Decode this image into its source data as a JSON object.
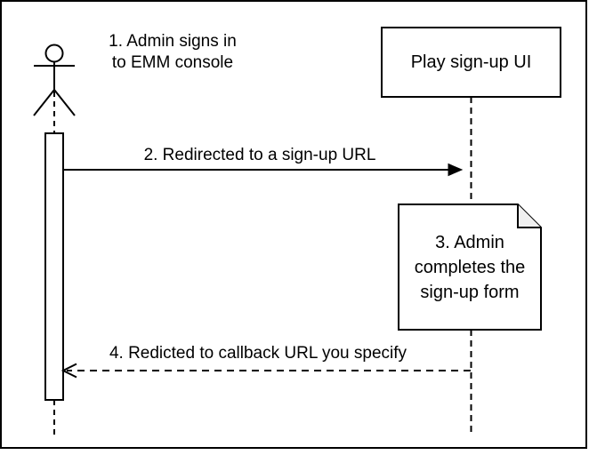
{
  "diagram": {
    "type": "uml-sequence-diagram",
    "colors": {
      "background": "#ffffff",
      "stroke": "#000000",
      "note_fold": "#f0f0f0"
    },
    "actor": {
      "id": "admin",
      "annotation": {
        "line1": "1. Admin signs in",
        "line2": "to EMM console"
      }
    },
    "participant": {
      "id": "play-signup-ui",
      "label": "Play sign-up UI"
    },
    "note": {
      "line1": "3. Admin",
      "line2": "completes the",
      "line3": "sign-up form"
    },
    "messages": {
      "redirect": {
        "label": "2. Redirected to a sign-up URL",
        "style": "solid",
        "direction": "actor-to-participant"
      },
      "callback": {
        "label": "4. Redicted to callback URL you specify",
        "style": "dashed",
        "direction": "participant-to-actor"
      }
    }
  }
}
